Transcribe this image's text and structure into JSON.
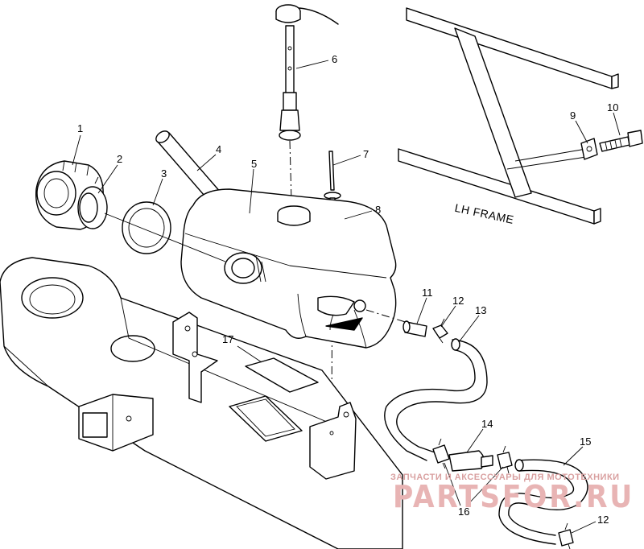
{
  "diagram": {
    "frame_label": "LH FRAME",
    "callouts": [
      "1",
      "2",
      "3",
      "4",
      "5",
      "6",
      "7",
      "8",
      "9",
      "10",
      "11",
      "12",
      "13",
      "14",
      "15",
      "16",
      "17",
      "12"
    ]
  },
  "watermark": {
    "tagline": "ЗАПЧАСТИ И АКСЕССУАРЫ ДЛЯ МОТОТЕХНИКИ",
    "brand": "PARTSFOR.RU"
  }
}
